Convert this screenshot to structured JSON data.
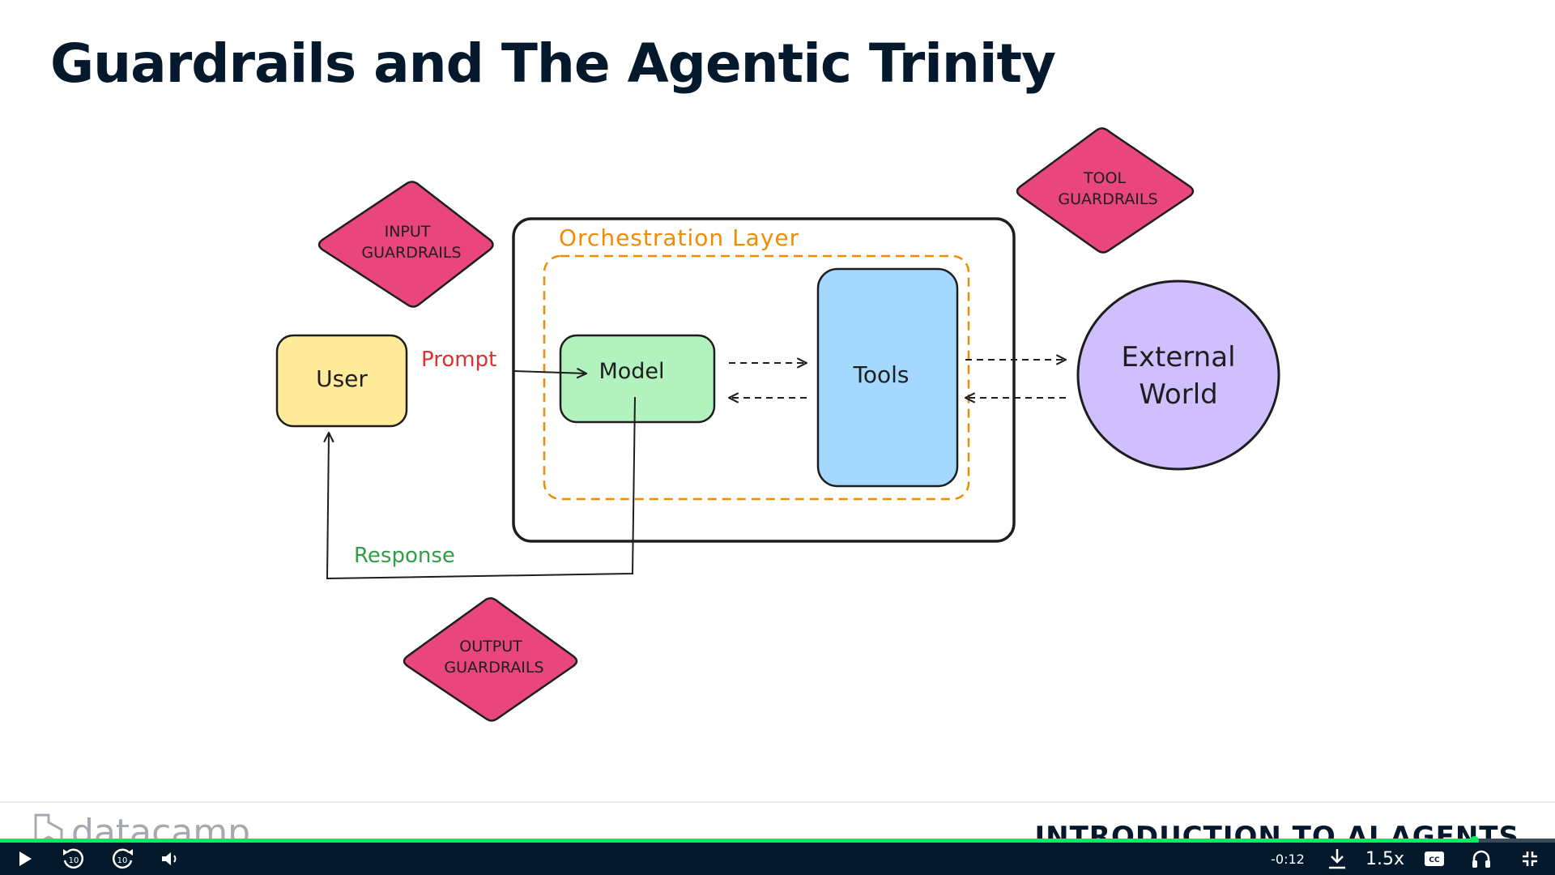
{
  "slide": {
    "title": "Guardrails and The Agentic Trinity"
  },
  "diagram": {
    "orchestration_label": "Orchestration Layer",
    "user_label": "User",
    "model_label": "Model",
    "tools_label": "Tools",
    "external_line1": "External",
    "external_line2": "World",
    "prompt_label": "Prompt",
    "response_label": "Response",
    "input_guardrails": [
      "INPUT",
      "GUARDRAILS"
    ],
    "tool_guardrails": [
      "TOOL",
      "GUARDRAILS"
    ],
    "output_guardrails": [
      "OUTPUT",
      "GUARDRAILS"
    ]
  },
  "footer": {
    "brand": "datacamp",
    "course_title": "INTRODUCTION TO AI AGENTS"
  },
  "player": {
    "time_remaining": "-0:12",
    "speed": "1.5x",
    "cc_label": "CC",
    "rewind_seconds": "10",
    "forward_seconds": "10",
    "progress": 0.948
  },
  "colors": {
    "guardrail": "#e8467c",
    "user_box": "#ffeb99",
    "model_box": "#b1f2be",
    "tools_box": "#a5d8ff",
    "external": "#d0bfff",
    "orchestration": "#f08c00",
    "prompt": "#e03131",
    "response": "#2f9e44",
    "title": "#05192d",
    "progress": "#03ef62"
  },
  "icons": {
    "play": "play-icon",
    "rewind": "rewind-10-icon",
    "forward": "forward-10-icon",
    "volume": "volume-icon",
    "download": "download-icon",
    "captions": "captions-icon",
    "audio": "headphones-icon",
    "fullscreen": "exit-fullscreen-icon"
  }
}
